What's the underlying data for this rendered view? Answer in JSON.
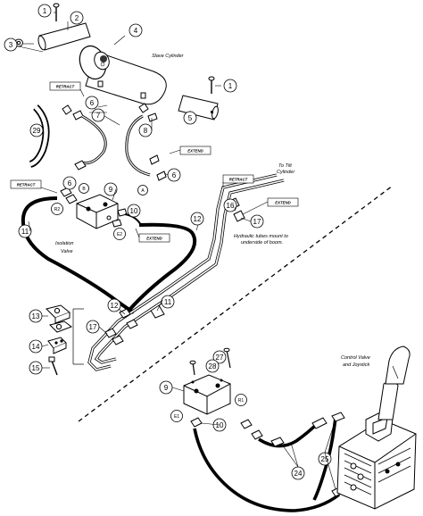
{
  "labels": {
    "slave_cylinder": "Slave Cylinder",
    "to_tilt_cylinder_1": "To Tilt",
    "to_tilt_cylinder_2": "Cylinder",
    "hydraulic_note_1": "Hydraulic tubes mount to",
    "hydraulic_note_2": "underside of boom.",
    "isolation_valve_1": "Isolation",
    "isolation_valve_2": "Valve",
    "control_valve_1": "Control Valve",
    "control_valve_2": "and Joystick"
  },
  "tags": {
    "retract_a": "RETRACT",
    "extend_a": "EXTEND",
    "retract_b": "RETRACT",
    "retract_c": "RETRACT",
    "extend_c": "EXTEND",
    "extend_b": "EXTEND"
  },
  "ports": {
    "b": "B",
    "a": "A",
    "r2": "R2",
    "e2": "E2",
    "e1": "E1",
    "r1": "R1"
  },
  "callouts": {
    "c1a": "1",
    "c2": "2",
    "c3": "3",
    "c4": "4",
    "c1b": "1",
    "c5": "5",
    "c6a": "6",
    "c7": "7",
    "c29": "29",
    "c8": "8",
    "c6b": "6",
    "c6c": "6",
    "c9a": "9",
    "c10": "10",
    "c11a": "11",
    "c12a": "12",
    "c16": "16",
    "c17a": "17",
    "c11b": "11",
    "c12b": "12",
    "c13": "13",
    "c14": "14",
    "c15": "15",
    "c17b": "17",
    "c27": "27",
    "c28": "28",
    "c9b": "9",
    "c10b": "10",
    "c24": "24",
    "c25": "25"
  }
}
